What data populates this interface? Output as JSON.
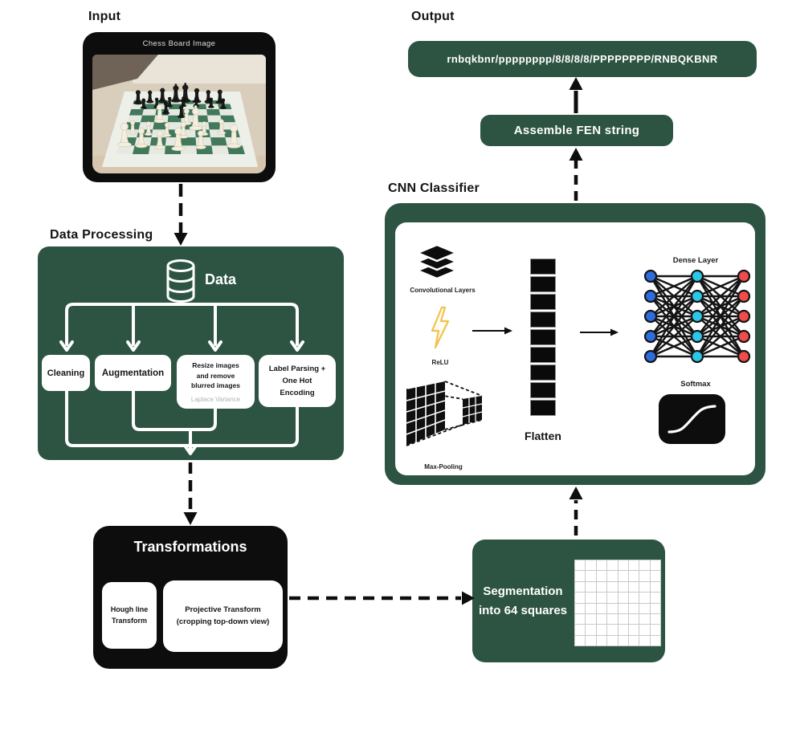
{
  "colors": {
    "green": "#2d5443",
    "black": "#0d0d0d",
    "node_blue": "#2e6de0",
    "node_cyan": "#2cc7e8",
    "node_red": "#f14c4c",
    "lightning_yellow": "#f2c14e",
    "board_green": "#41795a",
    "board_light": "#e6e9e2"
  },
  "input": {
    "section_label": "Input",
    "card_caption": "Chess Board Image",
    "photo": {
      "black_pieces": [
        [
          0.05,
          0.1,
          1.5
        ],
        [
          0.17,
          0.06,
          1.35
        ],
        [
          0.3,
          0.04,
          1.6
        ],
        [
          0.44,
          0.02,
          1.9
        ],
        [
          0.54,
          0.02,
          2.0
        ],
        [
          0.66,
          0.05,
          1.6
        ],
        [
          0.78,
          0.06,
          1.4
        ],
        [
          0.9,
          0.08,
          1.5
        ],
        [
          0.12,
          0.22,
          1.0
        ],
        [
          0.25,
          0.2,
          1.0
        ],
        [
          0.38,
          0.18,
          1.0
        ],
        [
          0.52,
          0.17,
          1.0
        ],
        [
          0.65,
          0.18,
          1.0
        ],
        [
          0.8,
          0.2,
          1.0
        ],
        [
          0.92,
          0.22,
          1.0
        ],
        [
          0.35,
          0.33,
          1.1
        ],
        [
          0.5,
          0.4,
          1.05
        ]
      ],
      "white_pieces": [
        [
          0.3,
          0.48,
          1.5
        ],
        [
          0.55,
          0.52,
          1.3
        ],
        [
          0.63,
          0.6,
          1.7
        ],
        [
          0.08,
          0.68,
          1.0
        ],
        [
          0.22,
          0.7,
          1.0
        ],
        [
          0.38,
          0.72,
          1.0
        ],
        [
          0.52,
          0.74,
          1.15
        ],
        [
          0.7,
          0.7,
          1.0
        ],
        [
          0.85,
          0.68,
          1.1
        ],
        [
          0.04,
          0.86,
          1.6
        ],
        [
          0.18,
          0.88,
          1.3
        ],
        [
          0.33,
          0.9,
          1.2
        ],
        [
          0.48,
          0.92,
          1.5
        ],
        [
          0.66,
          0.9,
          1.2
        ],
        [
          0.93,
          0.88,
          1.55
        ]
      ]
    }
  },
  "data_processing": {
    "section_label": "Data Processing",
    "data_label": "Data",
    "steps": [
      {
        "label": "Cleaning",
        "sublabel": ""
      },
      {
        "label": "Augmentation",
        "sublabel": ""
      },
      {
        "label": "Resize images and remove blurred images",
        "sublabel": "Laplace Variance"
      },
      {
        "label": "Label Parsing + One Hot Encoding",
        "sublabel": ""
      }
    ]
  },
  "transformations": {
    "title": "Transformations",
    "steps": [
      {
        "label": "Hough line Transform"
      },
      {
        "label": "Projective Transform (cropping top-down view)"
      }
    ]
  },
  "segmentation": {
    "label": "Segmentation into 64 squares",
    "grid_rows": 8,
    "grid_cols": 8
  },
  "cnn": {
    "section_label": "CNN Classifier",
    "conv_label": "Convolutional Layers",
    "relu_label": "ReLU",
    "maxpool_label": "Max-Pooling",
    "flatten_label": "Flatten",
    "flatten_cells": 9,
    "dense_label": "Dense Layer",
    "dense_layers": 3,
    "dense_nodes_per_layer": 5,
    "node_colors": [
      "#2e6de0",
      "#2cc7e8",
      "#f14c4c"
    ],
    "softmax_label": "Softmax"
  },
  "assemble": {
    "label": "Assemble FEN string"
  },
  "output": {
    "section_label": "Output",
    "fen_string": "rnbqkbnr/pppppppp/8/8/8/8/PPPPPPPP/RNBQKBNR"
  }
}
